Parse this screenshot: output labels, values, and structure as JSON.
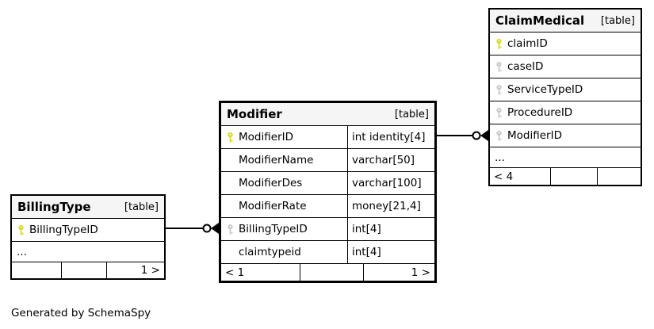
{
  "caption": "Generated by SchemaSpy",
  "colors": {
    "background": "#ffffff",
    "table_border": "#000000",
    "header_bg": "#f5f5f5",
    "primary_key": "#d9d919",
    "index_key": "#c8c8c8",
    "text": "#000000"
  },
  "tables": [
    {
      "name": "ClaimMedical",
      "tag": "[table]",
      "emphasized": false,
      "columns": [
        {
          "name": "claimID",
          "key": "primary"
        },
        {
          "name": "caseID",
          "key": "index"
        },
        {
          "name": "ServiceTypeID",
          "key": "index"
        },
        {
          "name": "ProcedureID",
          "key": "index"
        },
        {
          "name": "ModifierID",
          "key": "index"
        }
      ],
      "ellipsis": "...",
      "footer": {
        "left": "< 4",
        "center": "",
        "right": ""
      }
    },
    {
      "name": "Modifier",
      "tag": "[table]",
      "emphasized": true,
      "columns": [
        {
          "name": "ModifierID",
          "key": "primary",
          "type": "int identity[4]"
        },
        {
          "name": "ModifierName",
          "key": "none",
          "type": "varchar[50]"
        },
        {
          "name": "ModifierDes",
          "key": "none",
          "type": "varchar[100]"
        },
        {
          "name": "ModifierRate",
          "key": "none",
          "type": "money[21,4]"
        },
        {
          "name": "BillingTypeID",
          "key": "index",
          "type": "int[4]"
        },
        {
          "name": "claimtypeid",
          "key": "none",
          "type": "int[4]"
        }
      ],
      "footer": {
        "left": "< 1",
        "center": "",
        "right": "1 >"
      }
    },
    {
      "name": "BillingType",
      "tag": "[table]",
      "emphasized": false,
      "columns": [
        {
          "name": "BillingTypeID",
          "key": "primary"
        }
      ],
      "ellipsis": "...",
      "footer": {
        "left": "",
        "center": "",
        "right": "1 >"
      }
    }
  ],
  "relationships": [
    {
      "from_table": "Modifier",
      "from_column": "ModifierID",
      "to_table": "ClaimMedical",
      "to_column": "ModifierID",
      "end_style": "circle-crowfoot"
    },
    {
      "from_table": "BillingType",
      "from_column": "BillingTypeID",
      "to_table": "Modifier",
      "to_column": "BillingTypeID",
      "end_style": "circle-crowfoot"
    }
  ]
}
